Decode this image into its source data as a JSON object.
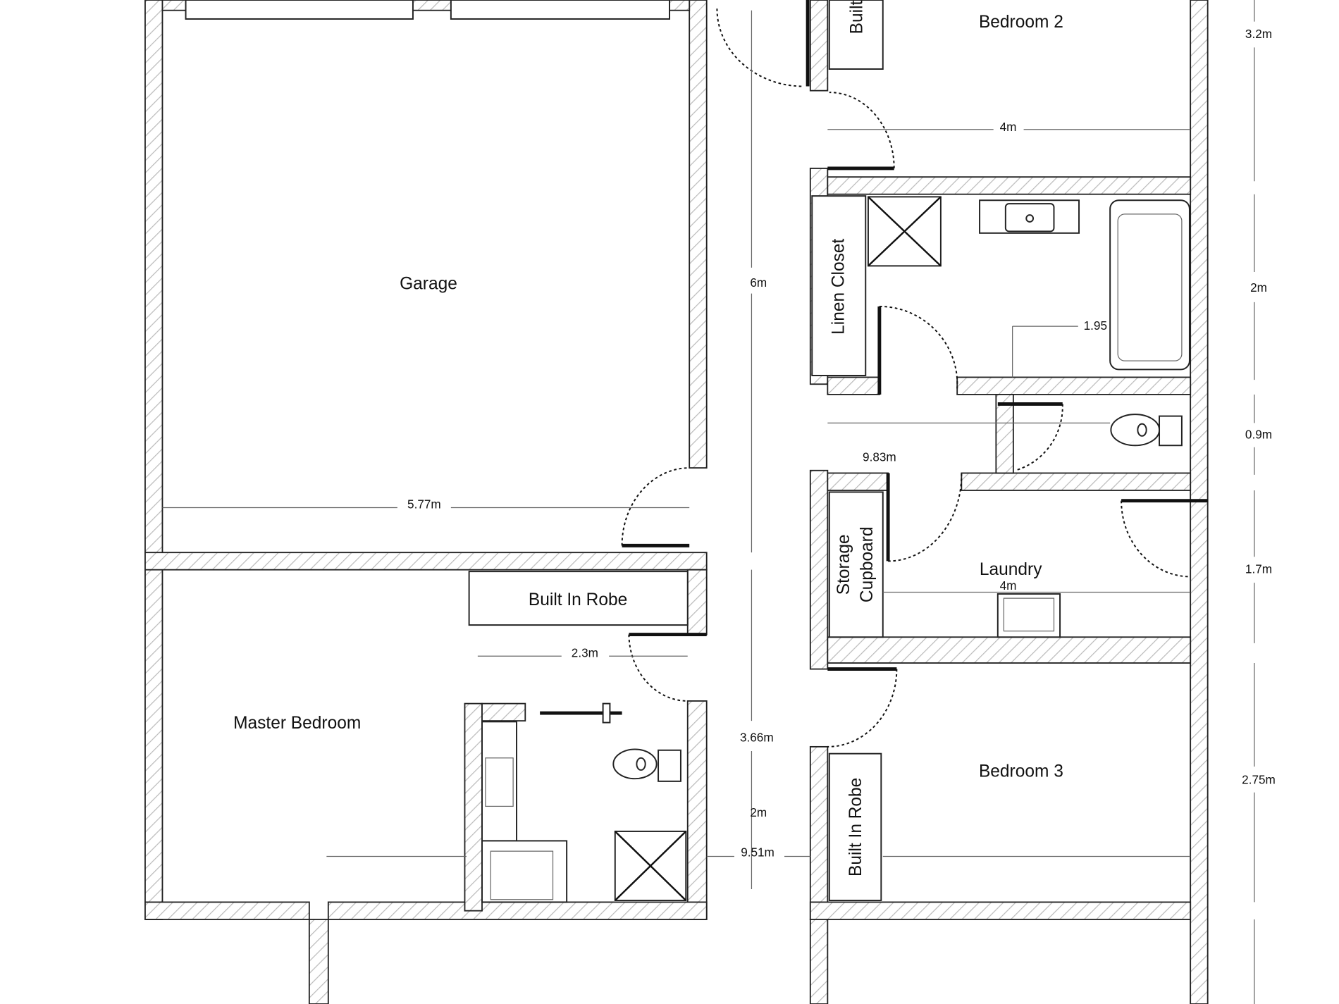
{
  "rooms": {
    "garage": "Garage",
    "master_bedroom": "Master Bedroom",
    "bedroom2": "Bedroom 2",
    "bedroom3": "Bedroom 3",
    "laundry": "Laundry",
    "linen_closet": "Linen Closet",
    "storage_line1": "Storage",
    "storage_line2": "Cupboard",
    "robe_master": "Built In Robe",
    "robe_bed3": "Built In Robe",
    "robe_bed2": "Built"
  },
  "dimensions": {
    "garage_width": "5.77m",
    "corridor_length": "6m",
    "master_ensuite_width": "2.3m",
    "master_depth": "3.66m",
    "ensuite_depth": "2m",
    "overall_left": "9.51m",
    "bed2_width": "4m",
    "bath_width": "1.95",
    "overall_right": "9.83m",
    "laundry_width": "4m",
    "bed2_depth": "3.2m",
    "bath_depth": "2m",
    "wc_depth": "0.9m",
    "laundry_depth": "1.7m",
    "bed3_depth": "2.75m"
  }
}
